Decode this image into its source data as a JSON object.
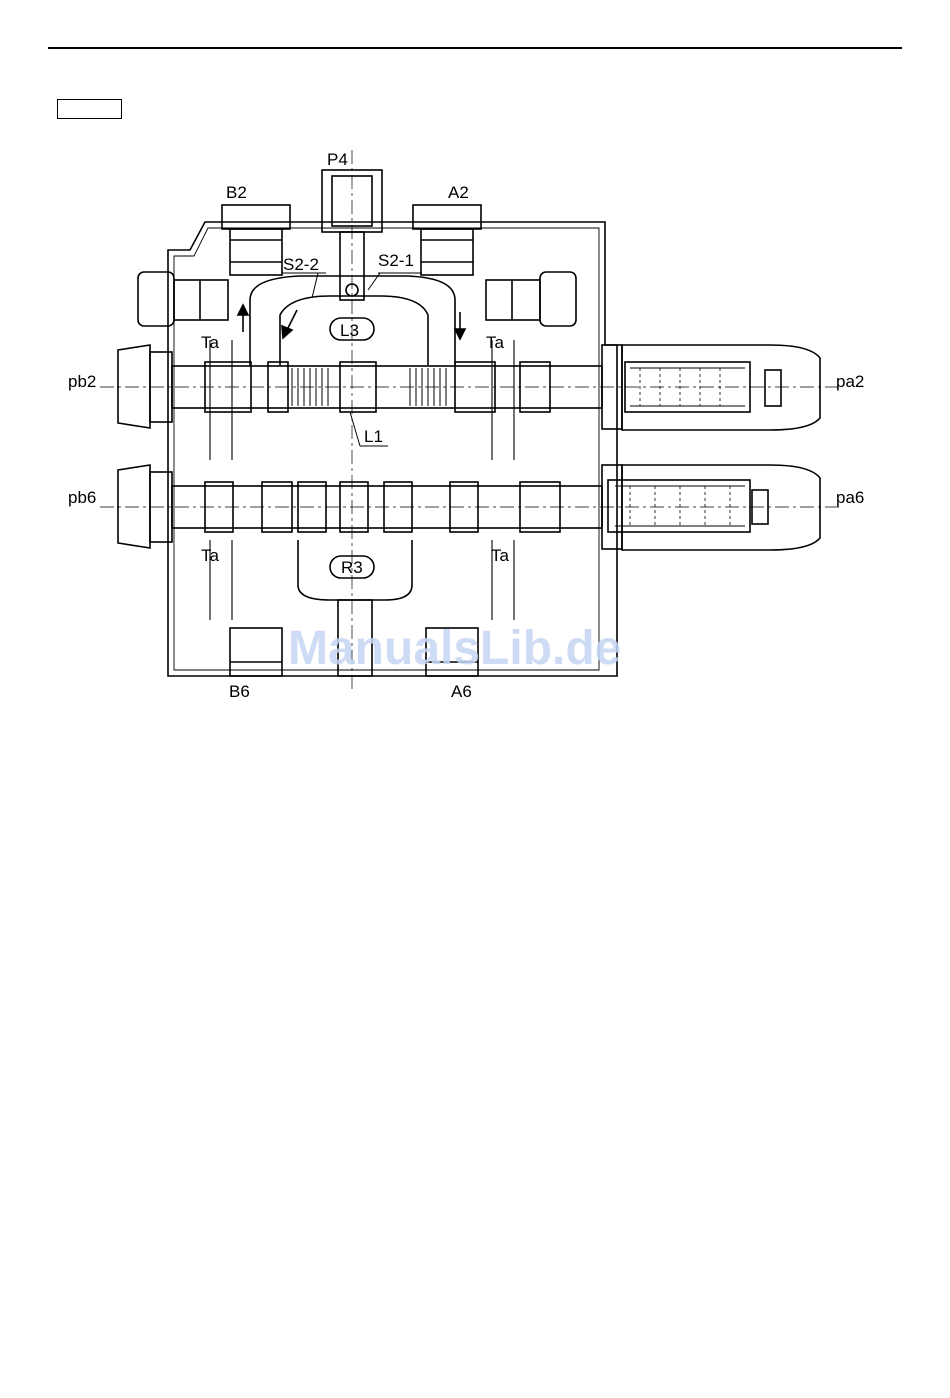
{
  "labels": {
    "p4": "P4",
    "b2": "B2",
    "a2": "A2",
    "s2_2": "S2-2",
    "s2_1": "S2-1",
    "l3": "L3",
    "ta_upper_left": "Ta",
    "ta_upper_right": "Ta",
    "pb2": "pb2",
    "pa2": "pa2",
    "l1": "L1",
    "pb6": "pb6",
    "pa6": "pa6",
    "ta_lower_left": "Ta",
    "ta_lower_right": "Ta",
    "r3": "R3",
    "b6": "B6",
    "a6": "A6"
  },
  "watermark": "ManualsLib.de"
}
